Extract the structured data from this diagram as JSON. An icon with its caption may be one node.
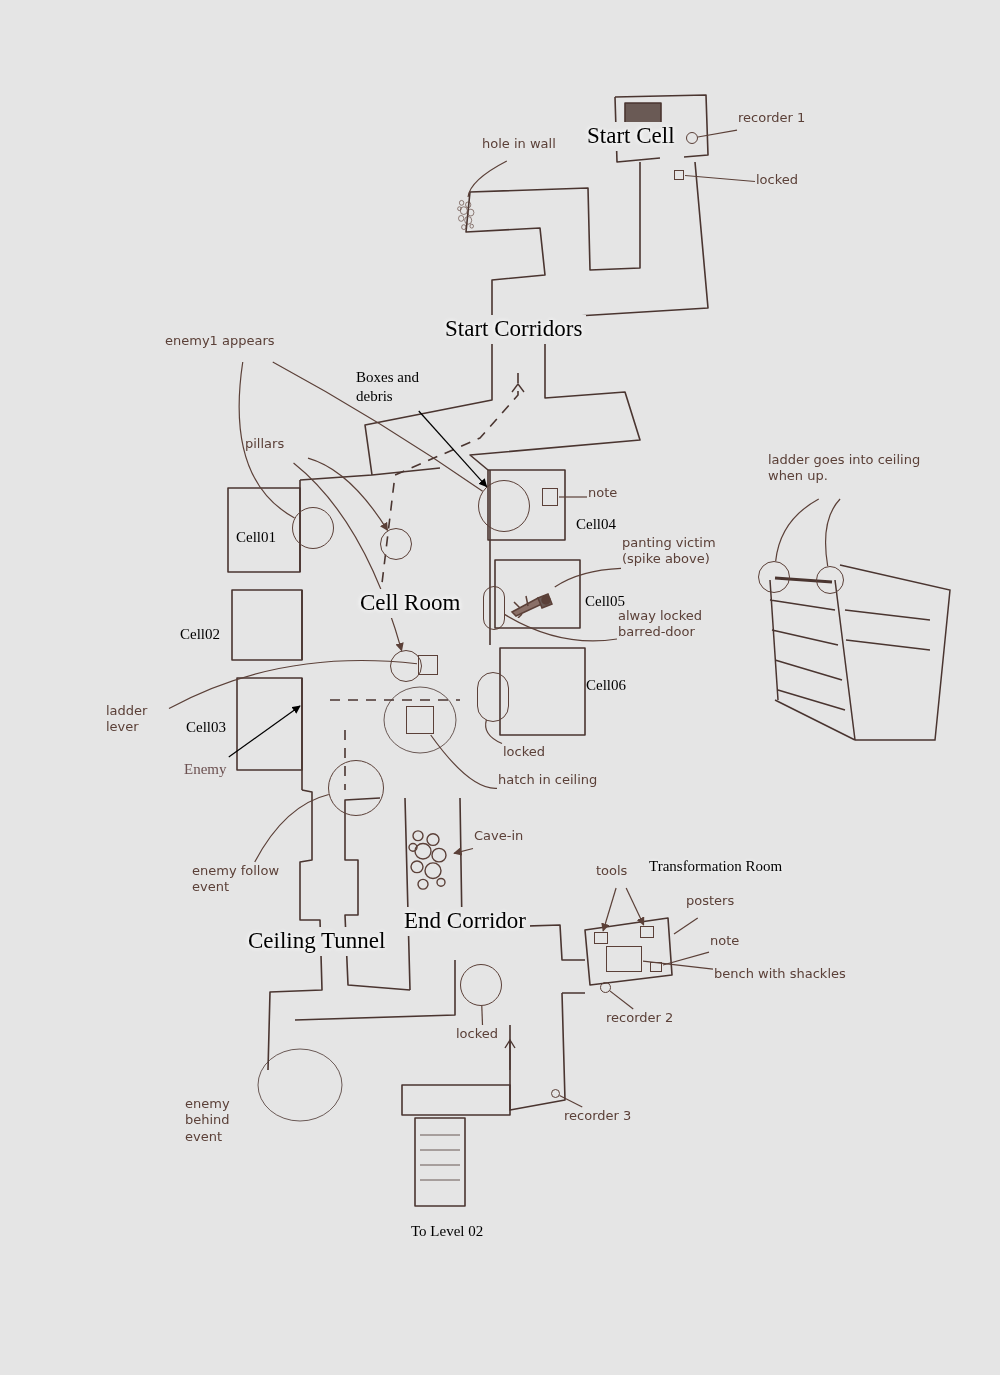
{
  "diagram": {
    "nodes": [
      {
        "text": [
          "hole in wall"
        ]
      },
      {
        "text": [],
        "shape": "picture"
      },
      {
        "text": [
          "recorder 1"
        ]
      },
      {
        "text": [],
        "shape": "circle"
      },
      {
        "text": [
          "locked"
        ]
      },
      {
        "text": [],
        "shape": "box"
      },
      {
        "text": [
          "enemy1 appears"
        ]
      },
      {
        "text": [],
        "shape": "circle"
      },
      {
        "text": [],
        "shape": "circle"
      },
      {
        "text": [
          "Boxes and debris"
        ]
      },
      {
        "text": [
          "pillars"
        ]
      },
      {
        "text": [],
        "shape": "circle"
      },
      {
        "text": [],
        "shape": "circle"
      },
      {
        "text": [
          "panting victim (spike above)"
        ]
      },
      {
        "text": [],
        "shape": "picture"
      },
      {
        "text": [
          "alway locked barred-door"
        ]
      },
      {
        "text": [],
        "shape": "circle"
      },
      {
        "text": [
          "ladder lever"
        ]
      },
      {
        "text": [],
        "shape": "box"
      },
      {
        "text": [
          "Enemy"
        ]
      },
      {
        "text": [
          "locked"
        ]
      },
      {
        "text": [],
        "shape": "circle"
      },
      {
        "text": [
          "hatch in ceiling"
        ]
      },
      {
        "text": [],
        "shape": "box"
      },
      {
        "text": [
          "enemy follow event"
        ]
      },
      {
        "text": [],
        "shape": "circle"
      },
      {
        "text": [
          "Cave-in"
        ]
      },
      {
        "text": [],
        "shape": "picture"
      },
      {
        "text": [
          "tools"
        ]
      },
      {
        "text": [],
        "shape": "box"
      },
      {
        "text": [],
        "shape": "box"
      },
      {
        "text": [
          "posters"
        ]
      },
      {
        "text": [
          "note"
        ]
      },
      {
        "text": [],
        "shape": "box"
      },
      {
        "text": [
          "bench with shackles"
        ]
      },
      {
        "text": [],
        "shape": "box"
      },
      {
        "text": [
          "recorder 2"
        ]
      },
      {
        "text": [],
        "shape": "circle"
      },
      {
        "text": [
          "locked"
        ]
      },
      {
        "text": [],
        "shape": "circle"
      },
      {
        "text": [
          "recorder 3"
        ]
      },
      {
        "text": [],
        "shape": "circle"
      },
      {
        "text": [
          "ladder goes into ceiling when up."
        ]
      },
      {
        "text": [],
        "shape": "circle"
      },
      {
        "text": [],
        "shape": "circle"
      },
      {
        "text": [
          "note"
        ]
      },
      {
        "text": [],
        "shape": "box"
      }
    ],
    "edges": [
      {
        "from": 0,
        "to": 1,
        "arrow": "none"
      },
      {
        "from": 2,
        "to": 3,
        "arrow": "none"
      },
      {
        "from": 4,
        "to": 5,
        "arrow": "none"
      },
      {
        "from": 6,
        "to": 7,
        "arrow": "none"
      },
      {
        "from": 6,
        "to": 8,
        "arrow": "none"
      },
      {
        "from": 9,
        "to": 8,
        "arrow": "to",
        "color": "#000000"
      },
      {
        "from": 10,
        "to": 11,
        "arrow": "to"
      },
      {
        "from": 10,
        "to": 12,
        "arrow": "to"
      },
      {
        "from": 13,
        "to": 14,
        "arrow": "none"
      },
      {
        "from": 15,
        "to": 16,
        "arrow": "none"
      },
      {
        "from": 17,
        "to": 18,
        "arrow": "none"
      },
      {
        "from": 19,
        "to": null,
        "arrow": "to",
        "color": "#000000"
      },
      {
        "from": 20,
        "to": 21,
        "arrow": "none"
      },
      {
        "from": 22,
        "to": 23,
        "arrow": "none"
      },
      {
        "from": 24,
        "to": 25,
        "arrow": "none"
      },
      {
        "from": 26,
        "to": 27,
        "arrow": "to"
      },
      {
        "from": 28,
        "to": 29,
        "arrow": "to"
      },
      {
        "from": 28,
        "to": 30,
        "arrow": "to"
      },
      {
        "from": 31,
        "to": null,
        "arrow": "none"
      },
      {
        "from": 32,
        "to": 33,
        "arrow": "none"
      },
      {
        "from": 34,
        "to": 35,
        "arrow": "none"
      },
      {
        "from": 36,
        "to": 37,
        "arrow": "none"
      },
      {
        "from": 38,
        "to": 39,
        "arrow": "none"
      },
      {
        "from": 40,
        "to": 41,
        "arrow": "none"
      },
      {
        "from": 42,
        "to": 43,
        "arrow": "none"
      },
      {
        "from": 42,
        "to": 44,
        "arrow": "none"
      },
      {
        "from": 45,
        "to": 46,
        "arrow": "none"
      }
    ],
    "labels": [
      "Start Cell",
      "Start Corridors",
      "Cell01",
      "Cell04",
      "Cell Room",
      "Cell05",
      "Cell02",
      "Cell06",
      "Cell03",
      "Transformation Room",
      "End Corridor",
      "Ceiling Tunnel",
      "enemy behind event",
      "To Level 02"
    ]
  }
}
